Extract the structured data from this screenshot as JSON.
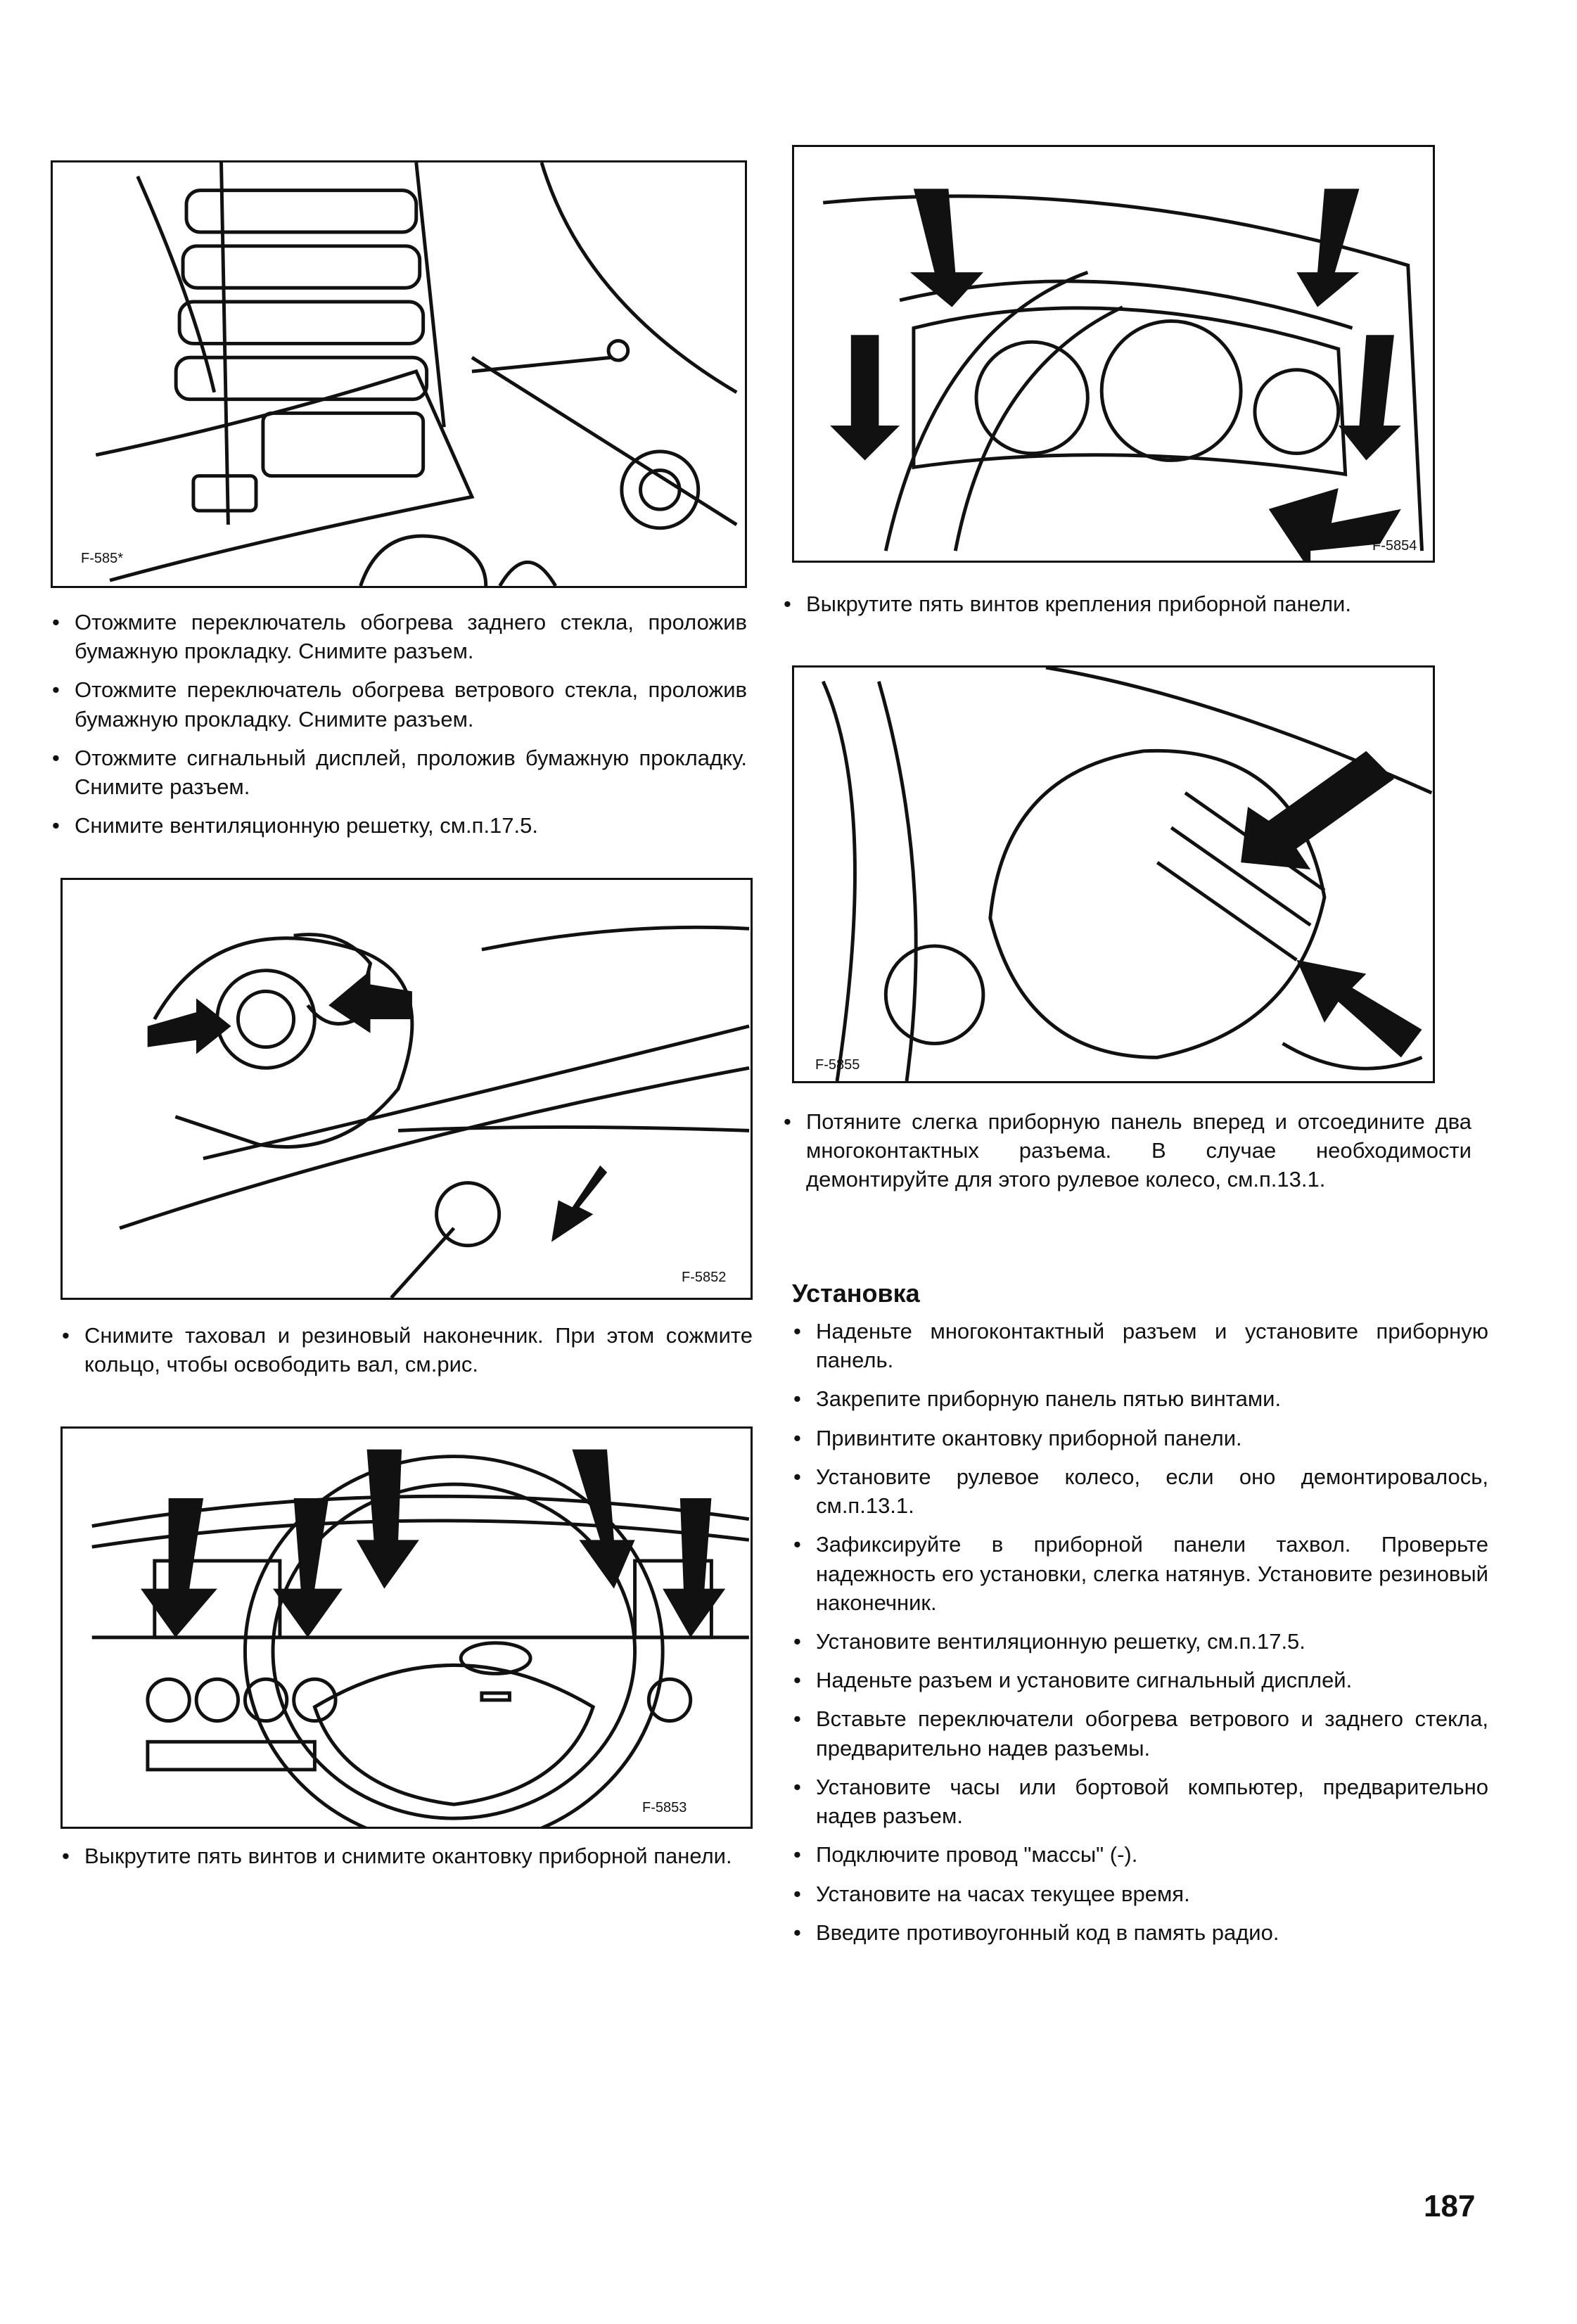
{
  "figures": {
    "f1": {
      "label": "F-585*"
    },
    "f2": {
      "label": "F-5854"
    },
    "f3": {
      "label": "F-5852"
    },
    "f4": {
      "label": "F-5855"
    },
    "f5": {
      "label": "F-5853"
    }
  },
  "left_col": {
    "block1": [
      "Отожмите переключатель обогрева заднего стекла, проложив бумажную прокладку. Снимите разъем.",
      "Отожмите переключатель обогрева ветрового стекла, проложив бумажную прокладку. Снимите разъем.",
      "Отожмите сигнальный дисплей, проложив бумажную прокладку. Снимите разъем.",
      "Снимите вентиляционную решетку, см.п.17.5."
    ],
    "block2": [
      "Снимите таховал и резиновый наконечник. При этом сожмите кольцо, чтобы освободить вал, см.рис."
    ],
    "block3": [
      "Выкрутите пять винтов и снимите окантовку приборной панели."
    ]
  },
  "right_col": {
    "block1": [
      "Выкрутите пять винтов крепления приборной панели."
    ],
    "block2": [
      "Потяните слегка приборную панель вперед и отсоедините два многоконтактных разъема. В случае необходимости демонтируйте для этого рулевое колесо, см.п.13.1."
    ],
    "heading": "Установка",
    "block3": [
      "Наденьте многоконтактный разъем и установите приборную панель.",
      "Закрепите приборную панель пятью винтами.",
      "Привинтите окантовку приборной панели.",
      "Установите рулевое колесо, если оно демонтировалось, см.п.13.1.",
      "Зафиксируйте в приборной панели тахвол. Проверьте надежность его установки, слегка натянув. Установите резиновый наконечник.",
      "Установите вентиляционную решетку, см.п.17.5.",
      "Наденьте разъем и установите сигнальный дисплей.",
      "Вставьте переключатели обогрева ветрового и заднего стекла, предварительно надев разъемы.",
      "Установите часы или бортовой компьютер, предварительно надев разъем.",
      "Подключите провод \"массы\" (-).",
      "Установите на часах текущее время.",
      "Введите противоугонный код в память радио."
    ]
  },
  "page_number": "187"
}
